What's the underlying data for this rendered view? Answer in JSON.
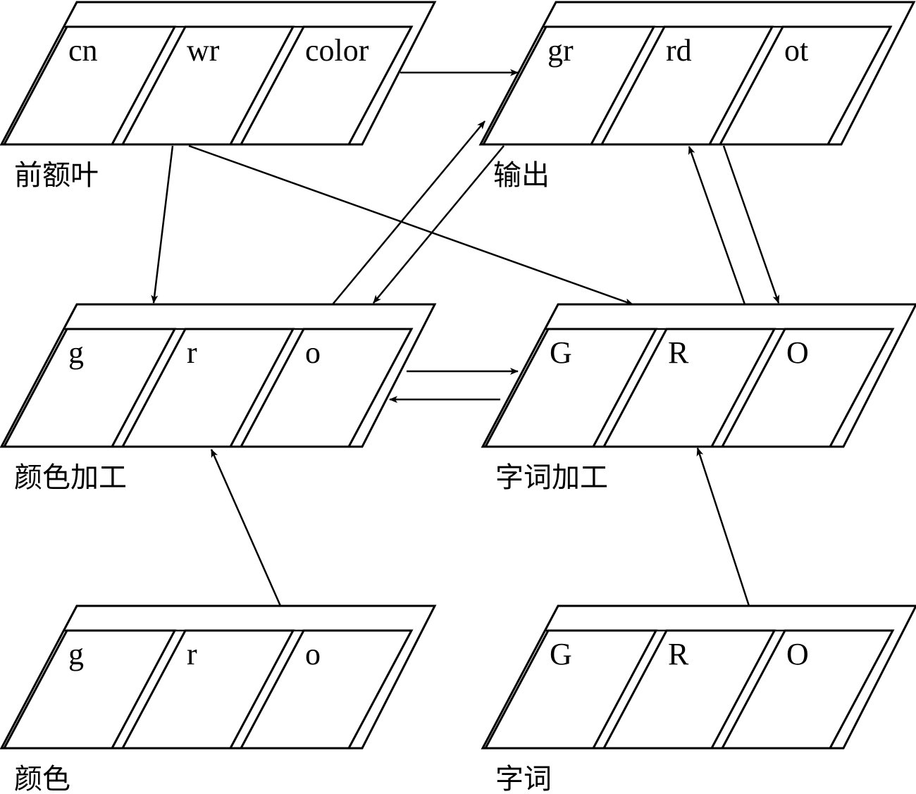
{
  "diagram": {
    "title": "",
    "modules": [
      {
        "id": "prefrontal",
        "label": "前额叶",
        "units": [
          "cn",
          "wr",
          "color"
        ]
      },
      {
        "id": "output",
        "label": "输出",
        "units": [
          "gr",
          "rd",
          "ot"
        ]
      },
      {
        "id": "color-processing",
        "label": "颜色加工",
        "units": [
          "g",
          "r",
          "o"
        ]
      },
      {
        "id": "word-processing",
        "label": "字词加工",
        "units": [
          "G",
          "R",
          "O"
        ]
      },
      {
        "id": "color-input",
        "label": "颜色",
        "units": [
          "g",
          "r",
          "o"
        ]
      },
      {
        "id": "word-input",
        "label": "字词",
        "units": [
          "G",
          "R",
          "O"
        ]
      }
    ],
    "connections": [
      {
        "from": "prefrontal",
        "to": "output"
      },
      {
        "from": "prefrontal",
        "to": "color-processing"
      },
      {
        "from": "prefrontal",
        "to": "word-processing"
      },
      {
        "from": "color-processing",
        "to": "output"
      },
      {
        "from": "output",
        "to": "color-processing"
      },
      {
        "from": "word-processing",
        "to": "output"
      },
      {
        "from": "output",
        "to": "word-processing"
      },
      {
        "from": "color-processing",
        "to": "word-processing"
      },
      {
        "from": "word-processing",
        "to": "color-processing"
      },
      {
        "from": "color-input",
        "to": "color-processing"
      },
      {
        "from": "word-input",
        "to": "word-processing"
      }
    ]
  }
}
